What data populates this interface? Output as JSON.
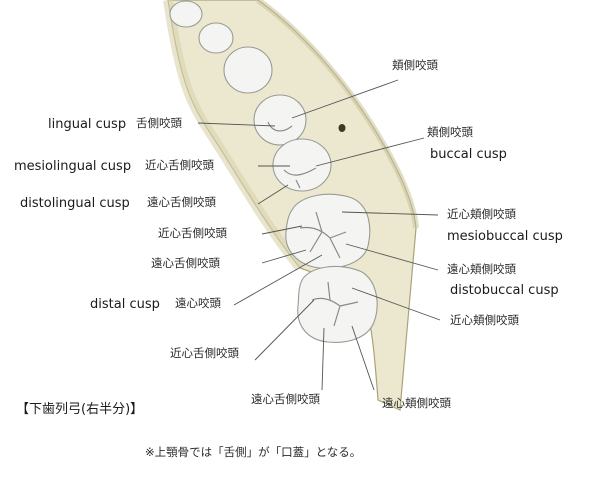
{
  "illustration": {
    "subject": "mandibular-dental-arch-right-half",
    "colors": {
      "bone": "#ece8cf",
      "bone_shadow": "#c9c39a",
      "tooth": "#f4f4f2",
      "tooth_shadow": "#bdbdb8",
      "leader_line": "#555555"
    }
  },
  "labels": {
    "lingual_jp": "舌側咬頭",
    "lingual_en": "lingual cusp",
    "mesiolingual_jp": "近心舌側咬頭",
    "mesiolingual_en": "mesiolingual cusp",
    "distolingual_jp": "遠心舌側咬頭",
    "distolingual_en": "distolingual cusp",
    "m1_mesiolingual_jp": "近心舌側咬頭",
    "m1_distolingual_jp": "遠心舌側咬頭",
    "distal_jp": "遠心咬頭",
    "distal_en": "distal cusp",
    "m2_mesiolingual_jp": "近心舌側咬頭",
    "m2_distolingual_jp": "遠心舌側咬頭",
    "premolar1_buccal_jp": "頬側咬頭",
    "premolar2_buccal_jp": "頬側咬頭",
    "buccal_en": "buccal cusp",
    "mesiobuccal_jp": "近心頬側咬頭",
    "mesiobuccal_en": "mesiobuccal cusp",
    "distobuccal_jp": "遠心頬側咬頭",
    "distobuccal_en": "distobuccal cusp",
    "m2_mesiobuccal_jp": "近心頬側咬頭",
    "m2_distobuccal_jp": "遠心頬側咬頭"
  },
  "caption": "【下歯列弓(右半分)】",
  "footnote": "※上顎骨では「舌側」が「口蓋」となる。"
}
